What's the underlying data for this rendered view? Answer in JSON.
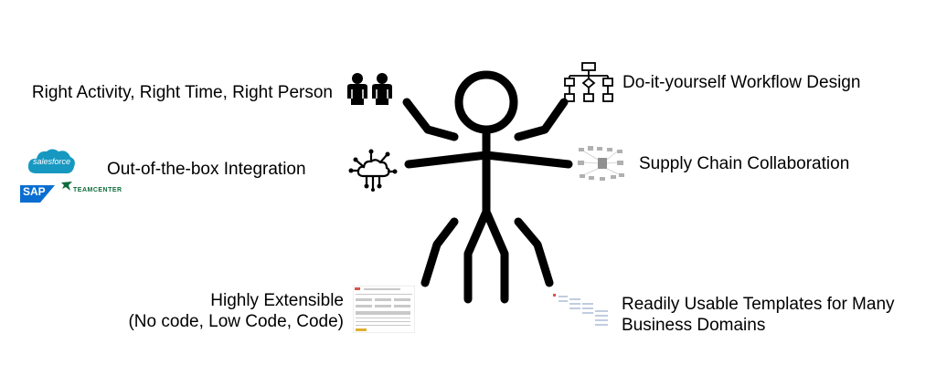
{
  "capabilities": {
    "right_activity": "Right Activity, Right Time, Right Person",
    "integration": "Out-of-the-box Integration",
    "extensible_line1": "Highly Extensible",
    "extensible_line2": "(No code, Low Code, Code)",
    "workflow_design": "Do-it-yourself Workflow Design",
    "supply_chain": "Supply Chain Collaboration",
    "templates_line1": "Readily Usable Templates for Many",
    "templates_line2": "Business Domains"
  },
  "logos": {
    "salesforce": "salesforce",
    "sap": "SAP",
    "teamcenter": "TEAMCENTER"
  },
  "icons": {
    "people": "people-icon",
    "cloud_circuit": "cloud-circuit-icon",
    "flowchart": "flowchart-icon",
    "supply_chain": "supply-chain-diagram-icon",
    "form_screenshot": "form-screenshot-icon",
    "templates_screenshot": "templates-screenshot-icon"
  },
  "colors": {
    "salesforce": "#1798c1",
    "sap": "#0a6ed1",
    "teamcenter": "#0d6b3a",
    "stroke": "#000000"
  }
}
